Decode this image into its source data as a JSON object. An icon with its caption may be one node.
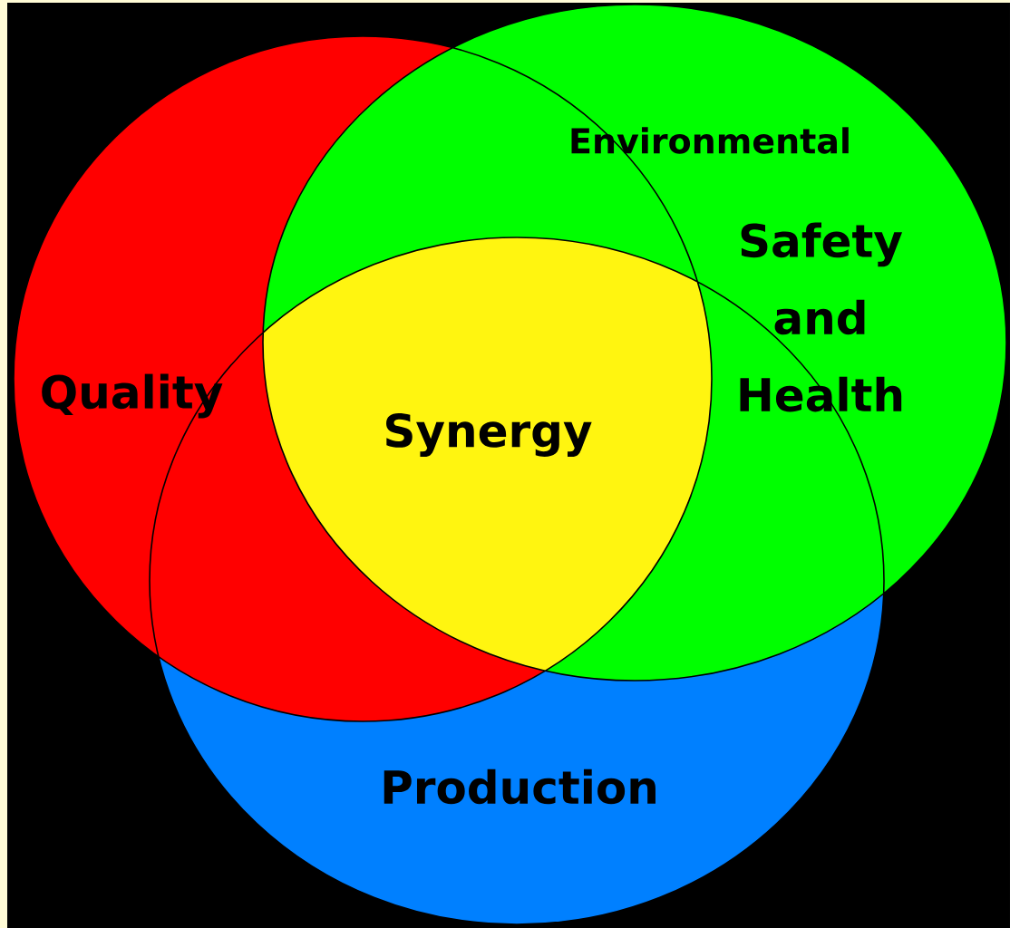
{
  "diagram": {
    "nodes": [
      {
        "text": [
          "Quality"
        ]
      },
      {
        "text": [
          "Environmental",
          "Safety and Health"
        ]
      },
      {
        "text": [
          "Production"
        ]
      },
      {
        "text": [
          "Synergy"
        ]
      }
    ]
  }
}
